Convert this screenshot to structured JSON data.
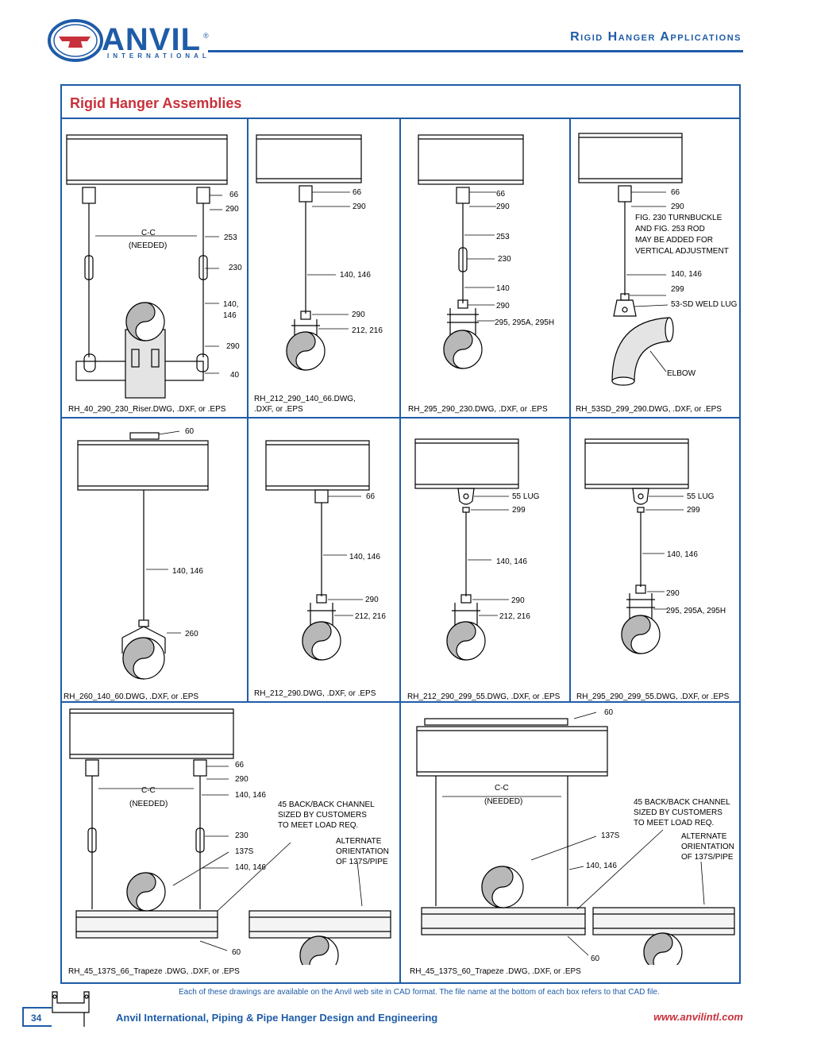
{
  "header": {
    "logo_text": "ANVIL",
    "logo_sub": "INTERNATIONAL",
    "logo_reg": "®",
    "title": "Rigid Hanger Applications"
  },
  "section_title": "Rigid Hanger Assemblies",
  "cells": {
    "c1": {
      "labels": [
        "66",
        "290",
        "C-C",
        "(NEEDED)",
        "253",
        "230",
        "140,",
        "146",
        "290",
        "40"
      ],
      "file": "RH_40_290_230_Riser.DWG, .DXF, or .EPS"
    },
    "c2": {
      "labels": [
        "66",
        "290",
        "140, 146",
        "290",
        "212, 216"
      ],
      "file1": "RH_212_290_140_66.DWG,",
      "file2": ".DXF, or .EPS"
    },
    "c3": {
      "labels": [
        "66",
        "290",
        "253",
        "230",
        "140",
        "290",
        "295, 295A, 295H"
      ],
      "file": "RH_295_290_230.DWG, .DXF, or .EPS"
    },
    "c4": {
      "labels": [
        "66",
        "290",
        "FIG. 230 TURNBUCKLE",
        "AND FIG. 253 ROD",
        "MAY BE ADDED FOR",
        "VERTICAL ADJUSTMENT",
        "140, 146",
        "299",
        "53-SD WELD LUG",
        "ELBOW"
      ],
      "file": "RH_53SD_299_290.DWG, .DXF, or .EPS"
    },
    "c5": {
      "labels": [
        "60",
        "140, 146",
        "260"
      ],
      "file": "RH_260_140_60.DWG, .DXF, or .EPS"
    },
    "c6": {
      "labels": [
        "66",
        "140, 146",
        "290",
        "212, 216"
      ],
      "file": "RH_212_290.DWG, .DXF, or .EPS"
    },
    "c7": {
      "labels": [
        "55 LUG",
        "299",
        "140, 146",
        "290",
        "212, 216"
      ],
      "file": "RH_212_290_299_55.DWG, .DXF, or .EPS"
    },
    "c8": {
      "labels": [
        "55 LUG",
        "299",
        "140, 146",
        "290",
        "295, 295A, 295H"
      ],
      "file": "RH_295_290_299_55.DWG, .DXF, or .EPS"
    },
    "c9": {
      "labels": [
        "66",
        "290",
        "C-C",
        "(NEEDED)",
        "140, 146",
        "45 BACK/BACK CHANNEL",
        "SIZED BY CUSTOMERS",
        "TO MEET LOAD REQ.",
        "230",
        "137S",
        "140, 146",
        "ALTERNATE",
        "ORIENTATION",
        "OF 137S/PIPE",
        "60"
      ],
      "file": "RH_45_137S_66_Trapeze .DWG, .DXF, or .EPS"
    },
    "c10": {
      "labels": [
        "60",
        "C-C",
        "(NEEDED)",
        "45 BACK/BACK CHANNEL",
        "SIZED BY CUSTOMERS",
        "TO MEET LOAD REQ.",
        "137S",
        "140, 146",
        "ALTERNATE",
        "ORIENTATION",
        "OF 137S/PIPE",
        "60"
      ],
      "file": "RH_45_137S_60_Trapeze .DWG, .DXF, or .EPS"
    }
  },
  "footer": {
    "note": "Each of these drawings are available on the Anvil web site in CAD format. The file name at the bottom of each box refers to that CAD file.",
    "page_number": "34",
    "title": "Anvil International, Piping & Pipe Hanger Design and Engineering",
    "url": "www.anvilintl.com"
  },
  "colors": {
    "brand_blue": "#1f5ca8",
    "accent_red": "#c8313b"
  }
}
